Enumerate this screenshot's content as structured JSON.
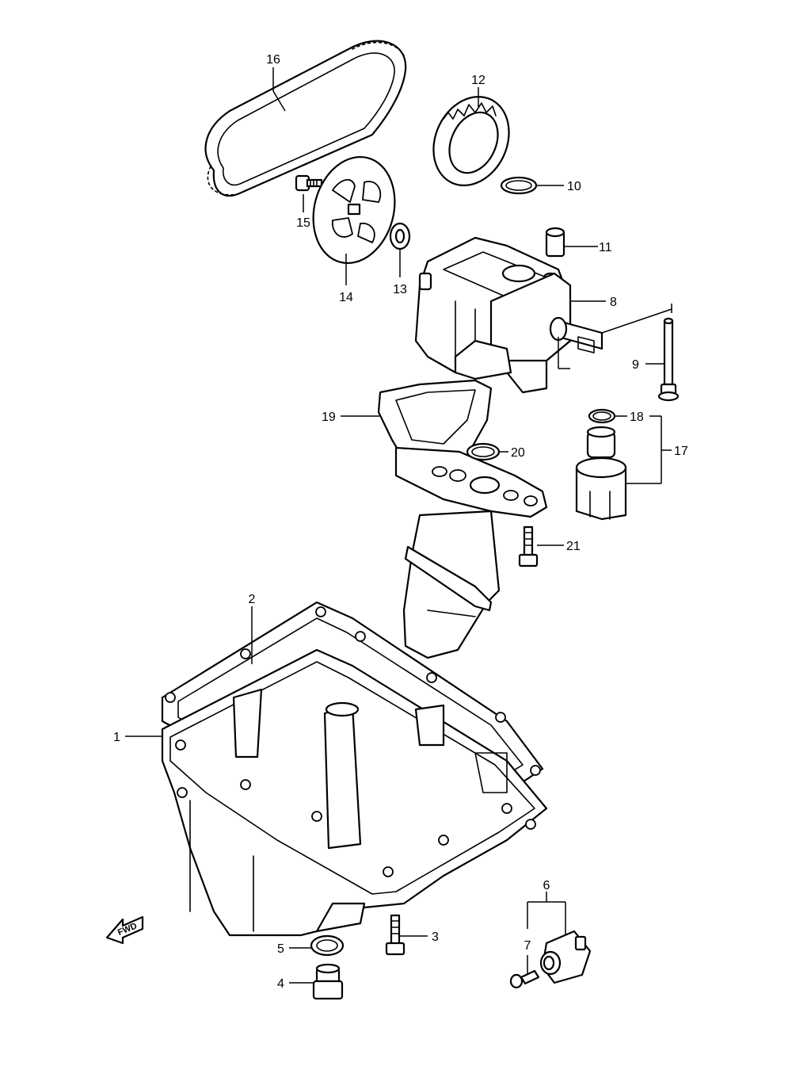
{
  "diagram": {
    "callouts": [
      {
        "id": "1",
        "label": "1"
      },
      {
        "id": "2",
        "label": "2"
      },
      {
        "id": "3",
        "label": "3"
      },
      {
        "id": "4",
        "label": "4"
      },
      {
        "id": "5",
        "label": "5"
      },
      {
        "id": "6",
        "label": "6"
      },
      {
        "id": "7",
        "label": "7"
      },
      {
        "id": "8",
        "label": "8"
      },
      {
        "id": "9",
        "label": "9"
      },
      {
        "id": "10",
        "label": "10"
      },
      {
        "id": "11",
        "label": "11"
      },
      {
        "id": "12",
        "label": "12"
      },
      {
        "id": "13",
        "label": "13"
      },
      {
        "id": "14",
        "label": "14"
      },
      {
        "id": "15",
        "label": "15"
      },
      {
        "id": "16",
        "label": "16"
      },
      {
        "id": "17",
        "label": "17"
      },
      {
        "id": "18",
        "label": "18"
      },
      {
        "id": "19",
        "label": "19"
      },
      {
        "id": "20",
        "label": "20"
      },
      {
        "id": "21",
        "label": "21"
      }
    ],
    "direction_marker": "FWD"
  }
}
